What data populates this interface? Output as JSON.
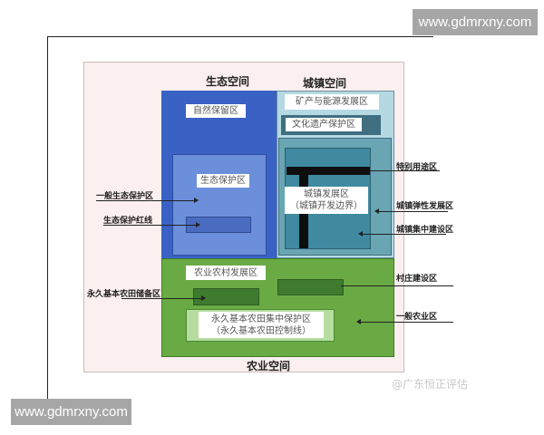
{
  "watermarks": {
    "top_right": "www.gdmrxny.com",
    "bottom_left": "www.gdmrxny.com",
    "credit": "@广东恒正评估"
  },
  "diagram": {
    "headings": {
      "ecological_space": "生态空间",
      "urban_space": "城镇空间",
      "agricultural_space": "农业空间"
    },
    "zones": {
      "nature_reserve": "自然保留区",
      "ecological_protection": "生态保护区",
      "mining_energy": "矿产与能源发展区",
      "cultural_heritage": "文化遗产保护区",
      "urban_development_line1": "城镇发展区",
      "urban_development_line2": "（城镇开发边界）",
      "agri_rural_development": "农业农村发展区",
      "permanent_farmland_line1": "永久基本农田集中保护区",
      "permanent_farmland_line2": "（永久基本农田控制线）"
    },
    "annotations": {
      "general_eco_protection": "一般生态保护区",
      "eco_redline": "生态保护红线",
      "farmland_reserve": "永久基本农田储备区",
      "special_use": "特别用途区",
      "urban_elastic": "城镇弹性发展区",
      "urban_central": "城镇集中建设区",
      "village_construction": "村庄建设区",
      "general_agriculture": "一般农业区"
    },
    "colors": {
      "ecological": "#3a61c4",
      "urban": "#b5d9e3",
      "agricultural": "#6aaa44",
      "background": "#fbefef"
    }
  }
}
